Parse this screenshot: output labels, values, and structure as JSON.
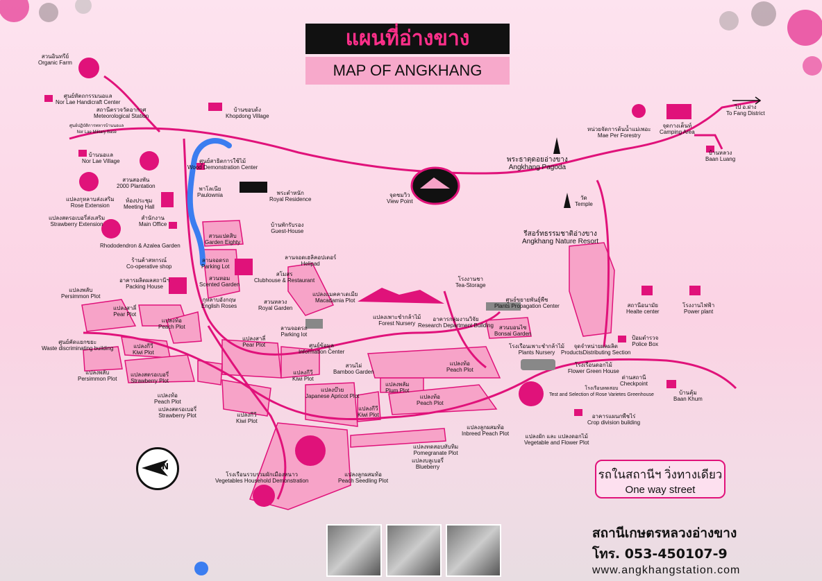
{
  "header": {
    "title_thai": "แผนที่อ่างขาง",
    "title_en": "MAP OF ANGKHANG"
  },
  "labels": {
    "organic_farm": [
      "สวนอินทรีย์",
      "Organic Farm"
    ],
    "nor_lae_handicraft": [
      "ศูนย์หัตถกรรมนอแล",
      "Nor Lae Handicraft Center"
    ],
    "meteorological": [
      "สถานีตรวจวัดอากาศ",
      "Meteorological Station"
    ],
    "military_base": [
      "ศูนย์ปฏิบัติการทหารบ้านนอแล",
      "Nor Lae Military Base"
    ],
    "khopdong_village": [
      "บ้านขอบด้ง",
      "Khopdong Village"
    ],
    "nor_lae_village": [
      "บ้านนอแล",
      "Nor Lae Village"
    ],
    "wood_demo": [
      "ศูนย์สาธิตการใช้ไม้",
      "Wood Demonstration Center"
    ],
    "plantation_2000": [
      "สวนสองพัน",
      "2000 Plantation"
    ],
    "rose_extension": [
      "แปลงกุหลาบส่งเสริม",
      "Rose Extension"
    ],
    "meeting_hall": [
      "ห้องประชุม",
      "Meeting Hall"
    ],
    "paulownia": [
      "พาโลเนีย",
      "Paulownia"
    ],
    "royal_residence": [
      "พระตำหนัก",
      "Royal Residence"
    ],
    "strawberry_ext": [
      "แปลงสตรอเบอรี่ส่งเสริม",
      "Strawberry Extension"
    ],
    "main_office": [
      "สำนักงาน",
      "Main Office"
    ],
    "guest_house": [
      "บ้านพักรับรอง",
      "Guest-House"
    ],
    "rhododendron": [
      "",
      "Rhododendron & Azalea Garden"
    ],
    "garden_eighty": [
      "สวนแปดสิบ",
      "Garden Eighty"
    ],
    "coop_shop": [
      "ร้านค้าสหกรณ์",
      "Co-operative shop"
    ],
    "parking_lot_1": [
      "ลานจอดรถ",
      "Parking Lot"
    ],
    "helipad": [
      "ลานจอดเฮลิคอปเตอร์",
      "Helipad"
    ],
    "packing_house": [
      "อาคารผลิตผลสถานีฯ",
      "Packing House"
    ],
    "scented_garden": [
      "สวนหอม",
      "Scented Garden"
    ],
    "clubhouse": [
      "สโมสร",
      "Clubhouse & Restaurant"
    ],
    "persimmon_1": [
      "แปลงพลับ",
      "Persimmon Plot"
    ],
    "english_roses": [
      "กุหลาบอังกฤษ",
      "English Roses"
    ],
    "royal_garden": [
      "สวนหลวง",
      "Royal Garden"
    ],
    "macadamia": [
      "แปลงแมคคาเดเมีย",
      "Macadamia Plot"
    ],
    "pear_plot_1": [
      "แปลงสาลี่",
      "Pear Plot"
    ],
    "peach_plot_1": [
      "แปลงท้อ",
      "Peach Plot"
    ],
    "parking_lot_2": [
      "ลานจอดรถ",
      "Parking lot"
    ],
    "forest_nursery": [
      "แปลงเพาะชำกล้าไม้",
      "Forest Nursery"
    ],
    "research_dept": [
      "อาคารกลุ่มงานวิจัย",
      "Research Department Building"
    ],
    "tea_storage": [
      "โรงงานชา",
      "Tea-Storage"
    ],
    "plants_prop": [
      "ศูนย์ขยายพันธุ์พืช",
      "Plants Propagation Center"
    ],
    "bonsai_garden": [
      "สวนบอนไซ",
      "Bonsai Garden"
    ],
    "waste_bldg": [
      "ศูนย์คัดแยกขยะ",
      "Waste discriminating building"
    ],
    "kiwi_plot_1": [
      "แปลงกีวี",
      "Kiwi Plot"
    ],
    "pear_plot_2": [
      "แปลงสาลี่",
      "Pear Plot"
    ],
    "info_center": [
      "ศูนย์ข้อมูล",
      "Information Center"
    ],
    "plants_nursery": [
      "โรงเรือนเพาะชำกล้าไม้",
      "Plants Nursery"
    ],
    "products_dist": [
      "จุดจำหน่ายผลผลิต",
      "ProductsDistributing Section"
    ],
    "persimmon_2": [
      "แปลงพลับ",
      "Persimmon Plot"
    ],
    "strawberry_plot_1": [
      "แปลงสตรอเบอรี่",
      "Strawberry Plot"
    ],
    "kiwi_plot_2": [
      "แปลงกีวี",
      "Kiwi Plot"
    ],
    "bamboo_garden": [
      "สวนไผ่",
      "Bamboo Garden"
    ],
    "peach_plot_2": [
      "แปลงท้อ",
      "Peach Plot"
    ],
    "flower_greenhouse": [
      "โรงเรือนดอกไม้",
      "Flower Green House"
    ],
    "peach_plot_3": [
      "แปลงท้อ",
      "Peach Plot"
    ],
    "japanese_apricot": [
      "แปลงบ๊วย",
      "Japanese Apricot Plot"
    ],
    "plum_plot": [
      "แปลงพลัม",
      "Plum Plot"
    ],
    "checkpoint": [
      "ด่านสถานี",
      "Checkpoint"
    ],
    "rose_greenhouse": [
      "โรงเรือนทดสอบ",
      "Test and Selection of Rose Varietes Greenhouse"
    ],
    "strawberry_plot_2": [
      "แปลงสตรอเบอรี่",
      "Strawberry Plot"
    ],
    "kiwi_plot_3": [
      "แปลงกีวี",
      "Kiwi Plot"
    ],
    "kiwi_plot_4": [
      "แปลงกีวี",
      "Kiwi Plot"
    ],
    "peach_plot_4": [
      "แปลงท้อ",
      "Peach Plot"
    ],
    "crop_division": [
      "อาคารแผนกพืชไร่",
      "Crop division building"
    ],
    "inbreed_peach": [
      "แปลงลูกผสมท้อ",
      "Inbreed Peach Plot"
    ],
    "vegetable_flower": [
      "แปลงผัก และ แปลงดอกไม้",
      "Vegetable and Flower Plot"
    ],
    "pomegranate": [
      "แปลงทดสอบทับทิม",
      "Pomegranate Plot"
    ],
    "blueberry": [
      "แปลงบลูเบอรี่",
      "Blueberry"
    ],
    "veg_household": [
      "โรงเรือนรวบรวมผักเมืองหนาว",
      "Vegetables Household Demonstration"
    ],
    "peach_seedling": [
      "แปลงลูกผสมท้อ",
      "Peach Seedling Plot"
    ],
    "view_point": [
      "จุดชมวิว",
      "View Point"
    ],
    "angkhang_pagoda": [
      "พระธาตุดอยอ่างขาง",
      "Angkhang Pagoda"
    ],
    "temple": [
      "วัด",
      "Temple"
    ],
    "nature_resort": [
      "รีสอร์ทธรรมชาติอ่างขาง",
      "Angkhang Nature Resort"
    ],
    "mae_per_forestry": [
      "หน่วยจัดการต้นน้ำแม่เพอะ",
      "Mae Per Forestry"
    ],
    "camping_area": [
      "จุดกางเต็นท์",
      "Camping Area"
    ],
    "to_fang": [
      "ไป อ.ฝาง",
      "To Fang District"
    ],
    "baan_luang": [
      "บ้านหลวง",
      "Baan Luang"
    ],
    "health_center": [
      "สถานีอนามัย",
      "Healte center"
    ],
    "power_plant": [
      "โรงงานไฟฟ้า",
      "Power plant"
    ],
    "police_box": [
      "ป้อมตำรวจ",
      "Police Box"
    ],
    "baan_khum": [
      "บ้านคุ้ม",
      "Baan Khum"
    ]
  },
  "one_way": {
    "thai": "รถในสถานีฯ วิ่งทางเดียว",
    "en": "One way street"
  },
  "station": {
    "name": "สถานีเกษตรหลวงอ่างขาง",
    "phone": "โทร. 053-450107-9",
    "website": "www.angkhangstation.com"
  },
  "compass": {
    "letter": "N"
  },
  "colors": {
    "road": "#e0127a",
    "plot": "#f7a3c8",
    "accent": "#ff2f8a",
    "route_overlay": "#3b7df0"
  }
}
